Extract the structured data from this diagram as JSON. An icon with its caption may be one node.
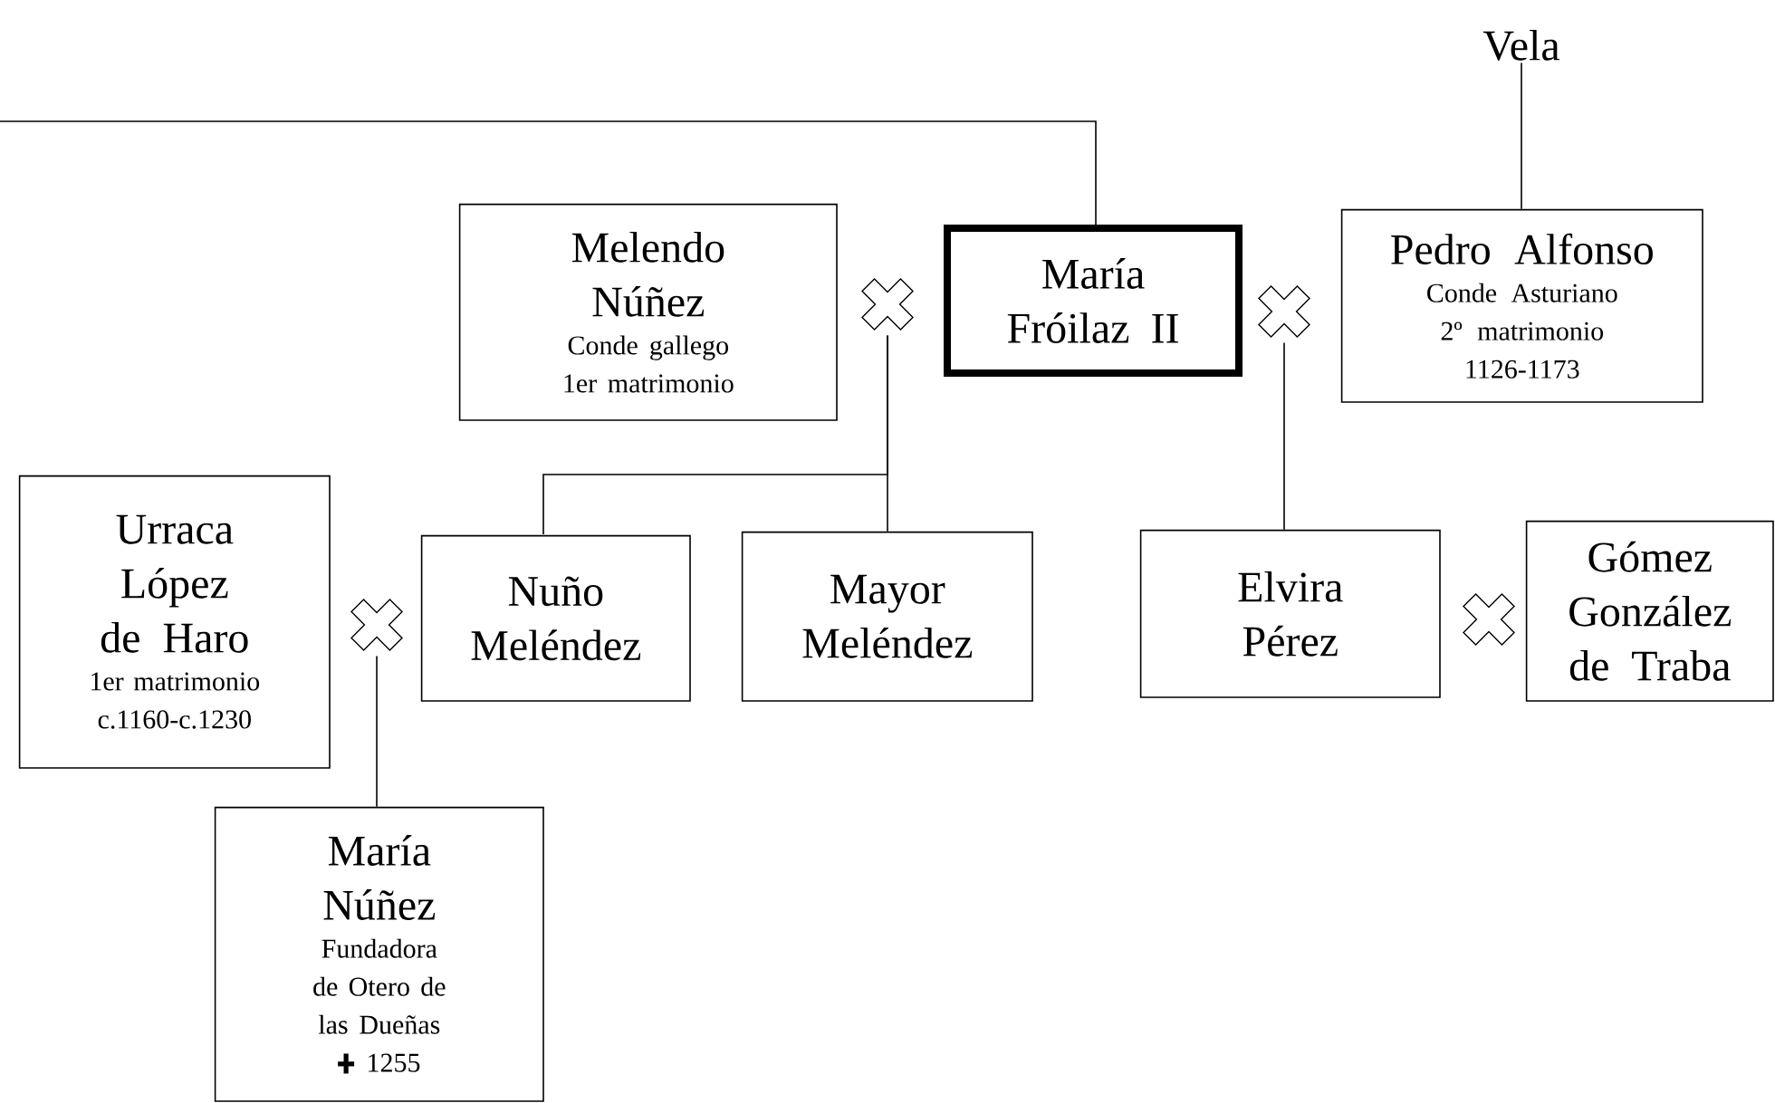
{
  "diagram": {
    "nodes": [
      {
        "text": [
          "Vela"
        ]
      },
      {
        "text": [
          "Melendo Núñez",
          "Conde gallego",
          "1er matrimonio"
        ]
      },
      {
        "text": [],
        "shape": "cross"
      },
      {
        "text": [
          "María Fróilaz II"
        ]
      },
      {
        "text": [],
        "shape": "cross"
      },
      {
        "text": [
          "Pedro Alfonso",
          "Conde Asturiano",
          "2º matrimonio",
          "1126-1173"
        ]
      },
      {
        "text": [
          "Urraca López de Haro",
          "1er matrimonio",
          "c.1160-c.1230"
        ]
      },
      {
        "text": [],
        "shape": "cross"
      },
      {
        "text": [
          "Nuño Meléndez"
        ]
      },
      {
        "text": [
          "Mayor Meléndez"
        ]
      },
      {
        "text": [
          "Elvira Pérez"
        ]
      },
      {
        "text": [],
        "shape": "cross"
      },
      {
        "text": [
          "Gómez González de Traba"
        ]
      },
      {
        "text": [
          "María Núñez",
          "Fundadora de Otero de las Dueñas",
          "1255"
        ]
      }
    ],
    "edges": [
      {
        "from": null,
        "to": 3,
        "arrow": "none"
      },
      {
        "from": 0,
        "to": 5,
        "arrow": "none"
      },
      {
        "from": 2,
        "to": 8,
        "arrow": "none"
      },
      {
        "from": 2,
        "to": 9,
        "arrow": "none"
      },
      {
        "from": 4,
        "to": 10,
        "arrow": "none"
      },
      {
        "from": 7,
        "to": 13,
        "arrow": "none"
      }
    ]
  }
}
